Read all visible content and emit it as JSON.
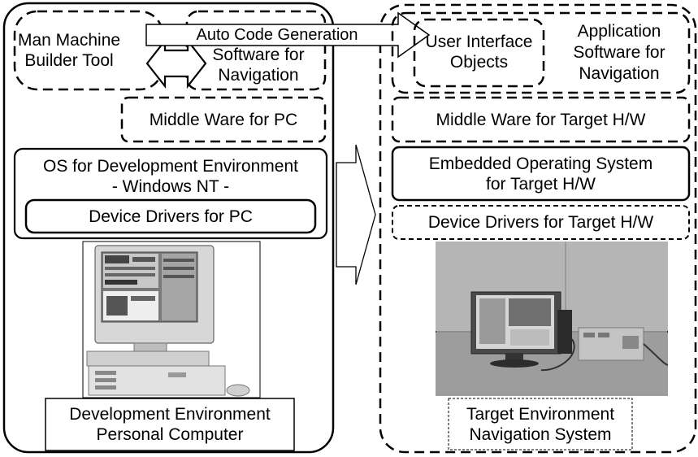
{
  "left": {
    "man_machine_builder_tool": "Man Machine\nBuilder Tool",
    "software_for_navigation": "Software for\nNavigation",
    "middle_ware_pc": "Middle Ware for PC",
    "os_dev_env": "OS for Development Environment\n- Windows NT -",
    "device_drivers_pc": "Device Drivers for PC",
    "caption": "Development Environment\nPersonal Computer"
  },
  "arrow": {
    "auto_code_generation": "Auto Code Generation"
  },
  "right": {
    "user_interface_objects": "User Interface\nObjects",
    "application_software": "Application\nSoftware for\nNavigation",
    "middle_ware_target": "Middle Ware for Target H/W",
    "embedded_os": "Embedded Operating System\nfor Target H/W",
    "device_drivers_target": "Device Drivers for Target H/W",
    "caption": "Target Environment\nNavigation System"
  },
  "colors": {
    "stroke": "#000000",
    "photo_bg": "#8f8f8f",
    "photo_wall": "#b5b5b5"
  }
}
